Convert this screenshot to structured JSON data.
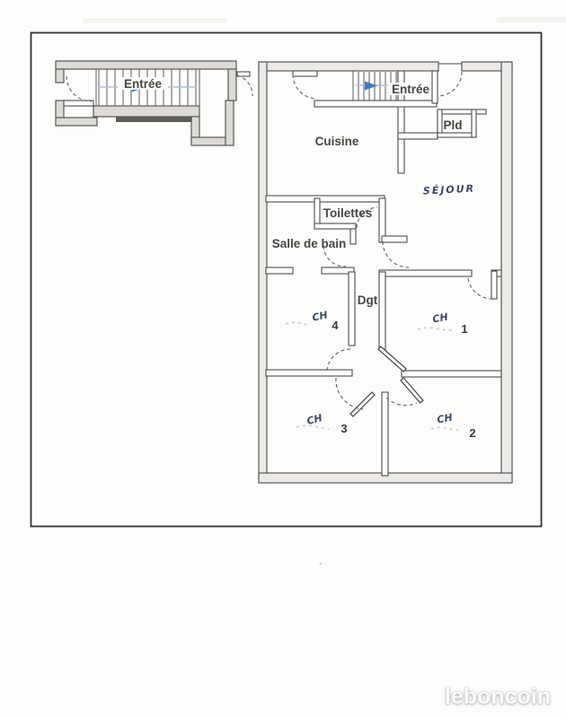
{
  "page": {
    "watermark": "leboncoin"
  },
  "stair_detail": {
    "entree_label": "Entrée"
  },
  "floor_plan": {
    "labels": {
      "entree": "Entrée",
      "cuisine": "Cuisine",
      "pld": "Pld",
      "sejour": "SÉJOUR",
      "toilettes": "Toilettes",
      "salle_de_bain": "Salle de bain",
      "dgt": "Dgt"
    },
    "bedrooms": {
      "ch1": {
        "label": "CH",
        "number": "1"
      },
      "ch2": {
        "label": "CH",
        "number": "2"
      },
      "ch3": {
        "label": "CH",
        "number": "3"
      },
      "ch4": {
        "label": "CH",
        "number": "4"
      }
    },
    "colors": {
      "arrow_blue": "#3c7cc0",
      "guide_blue": "#a9c4e0",
      "handwriting_ink": "#3d4663",
      "wall_line": "#4d4b46"
    }
  }
}
